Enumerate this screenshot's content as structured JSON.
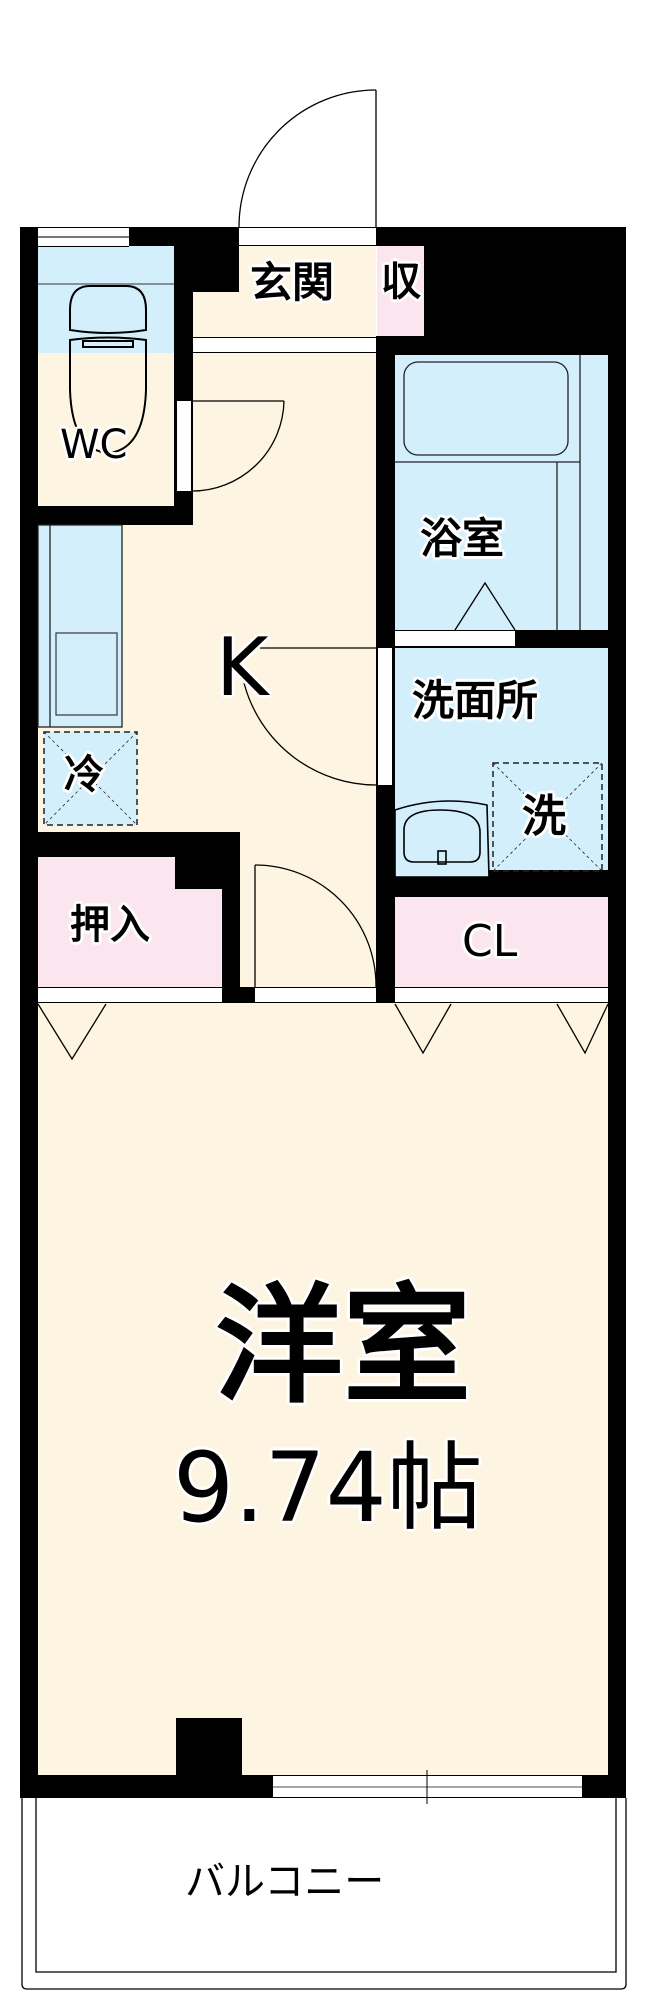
{
  "floor_plan": {
    "rooms": {
      "genkan": {
        "label": "玄関"
      },
      "storage": {
        "label": "収"
      },
      "wc": {
        "label": "WC"
      },
      "bathroom": {
        "label": "浴室"
      },
      "kitchen": {
        "label": "K"
      },
      "washroom": {
        "label": "洗面所"
      },
      "washer": {
        "label": "洗"
      },
      "fridge": {
        "label": "冷"
      },
      "oshiire": {
        "label": "押入"
      },
      "closet": {
        "label": "CL"
      },
      "western_room": {
        "label": "洋室",
        "size": "9.74帖"
      },
      "balcony": {
        "label": "バルコニー"
      }
    },
    "colors": {
      "wall": "#000000",
      "wet_area": "#d4effc",
      "living_area": "#fdf5e1",
      "storage_area": "#fbe6ef",
      "opening": "#ffffff"
    }
  }
}
